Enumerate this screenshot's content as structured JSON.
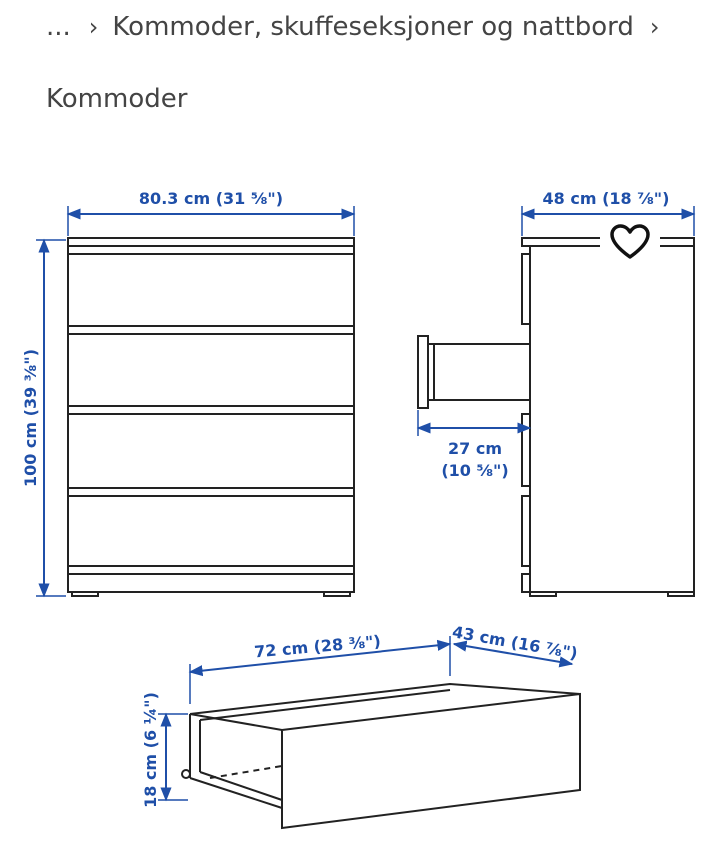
{
  "breadcrumb": {
    "ellipsis": "...",
    "separator": "›",
    "parent": "Kommoder, skuffeseksjoner og nattbord",
    "current": "Kommoder"
  },
  "dimensions": {
    "width": "80.3 cm (31 ⅝\")",
    "height": "100 cm (39 ⅜\")",
    "depth": "48 cm (18 ⅞\")",
    "drawer_extension_cm": "27 cm",
    "drawer_extension_in": "(10 ⅝\")",
    "drawer_width": "72 cm (28 ⅜\")",
    "drawer_depth": "43 cm (16 ⅞\")",
    "drawer_height": "18 cm (6 ¼\")"
  },
  "favorite": {
    "icon": "heart-outline-icon"
  },
  "colors": {
    "dimension": "#1f4fa8",
    "line": "#222222"
  }
}
